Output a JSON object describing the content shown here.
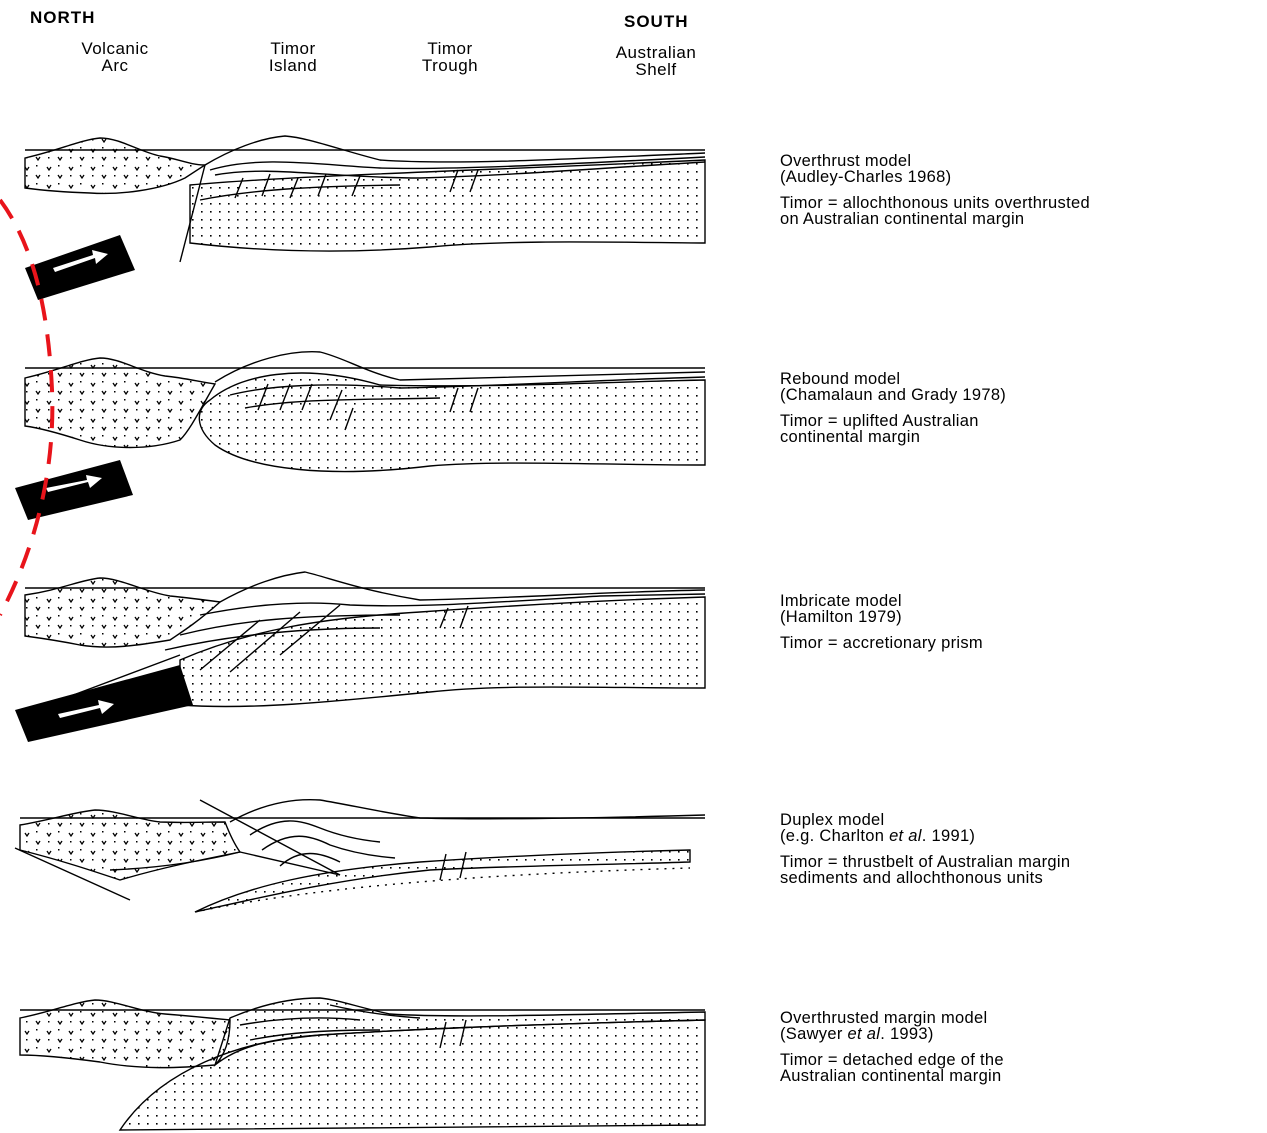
{
  "header": {
    "north": "NORTH",
    "south": "SOUTH"
  },
  "locations": {
    "volcanic_arc": [
      "Volcanic",
      "Arc"
    ],
    "timor_island": [
      "Timor",
      "Island"
    ],
    "timor_trough": [
      "Timor",
      "Trough"
    ],
    "australian_shelf": [
      "Australian",
      "Shelf"
    ]
  },
  "models": [
    {
      "title": "Overthrust model",
      "citation_pre": "(Audley-Charles 1968)",
      "citation_em": "",
      "citation_post": "",
      "desc": [
        "Timor = allochthonous units overthrusted",
        "on Australian continental margin"
      ]
    },
    {
      "title": "Rebound model",
      "citation_pre": "(Chamalaun and Grady 1978)",
      "citation_em": "",
      "citation_post": "",
      "desc": [
        "Timor = uplifted Australian",
        "continental margin"
      ]
    },
    {
      "title": "Imbricate model",
      "citation_pre": "(Hamilton 1979)",
      "citation_em": "",
      "citation_post": "",
      "desc": [
        "Timor = accretionary prism"
      ]
    },
    {
      "title": "Duplex model",
      "citation_pre": "(e.g. Charlton ",
      "citation_em": "et al",
      "citation_post": ". 1991)",
      "desc": [
        "Timor = thrustbelt of Australian margin",
        "sediments and allochthonous units"
      ]
    },
    {
      "title": "Overthrusted margin model",
      "citation_pre": "(Sawyer ",
      "citation_em": "et al",
      "citation_post": ". 1993)",
      "desc": [
        "Timor = detached edge of the",
        "Australian continental margin"
      ]
    }
  ],
  "colors": {
    "ink": "#000000",
    "dashed_curve": "#e8141b",
    "background": "#ffffff"
  }
}
